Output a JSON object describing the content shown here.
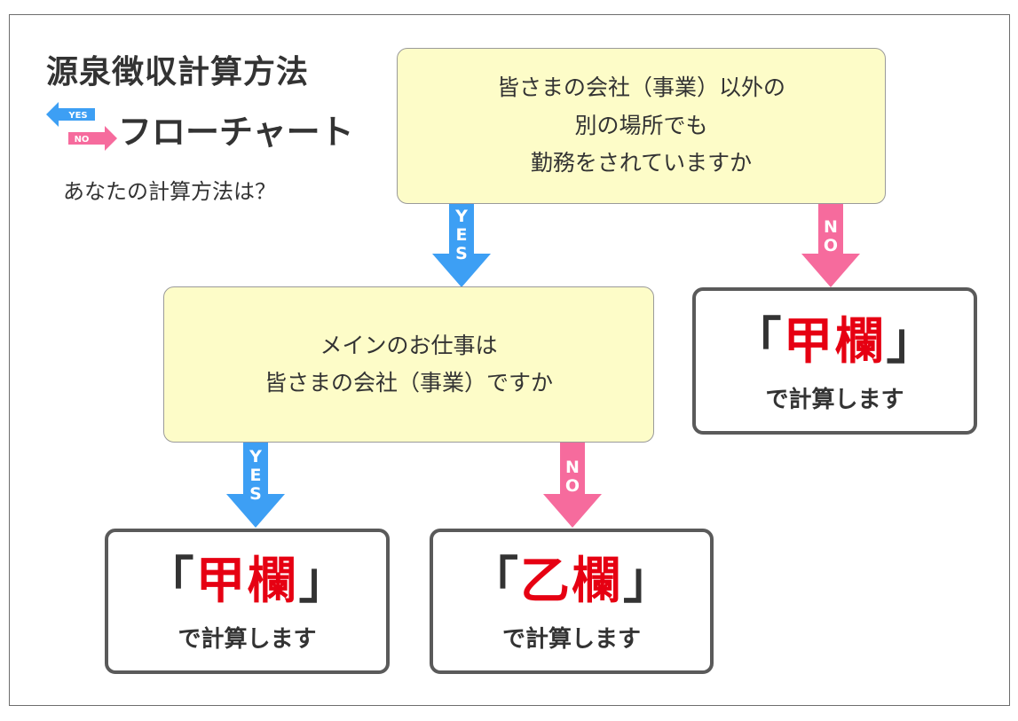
{
  "header": {
    "title": "源泉徴収計算方法",
    "subtitle": "フローチャート",
    "icon_yes": "YES",
    "icon_no": "NO",
    "question": "あなたの計算方法は？"
  },
  "colors": {
    "yes": "#3d9ff4",
    "no": "#f66b9d",
    "question_fill": "#fdfcc8",
    "accent_red": "#e60012"
  },
  "questions": [
    {
      "lines": [
        "皆さまの会社（事業）以外の",
        "別の場所でも",
        "勤務をされていますか"
      ]
    },
    {
      "lines": [
        "メインのお仕事は",
        "皆さまの会社（事業）ですか"
      ]
    }
  ],
  "arrows": {
    "yes": [
      "Y",
      "E",
      "S"
    ],
    "no": [
      "N",
      "O"
    ]
  },
  "results": [
    {
      "open": "「",
      "type": "甲欄",
      "close": "」",
      "note": "で計算します"
    },
    {
      "open": "「",
      "type": "甲欄",
      "close": "」",
      "note": "で計算します"
    },
    {
      "open": "「",
      "type": "乙欄",
      "close": "」",
      "note": "で計算します"
    }
  ]
}
